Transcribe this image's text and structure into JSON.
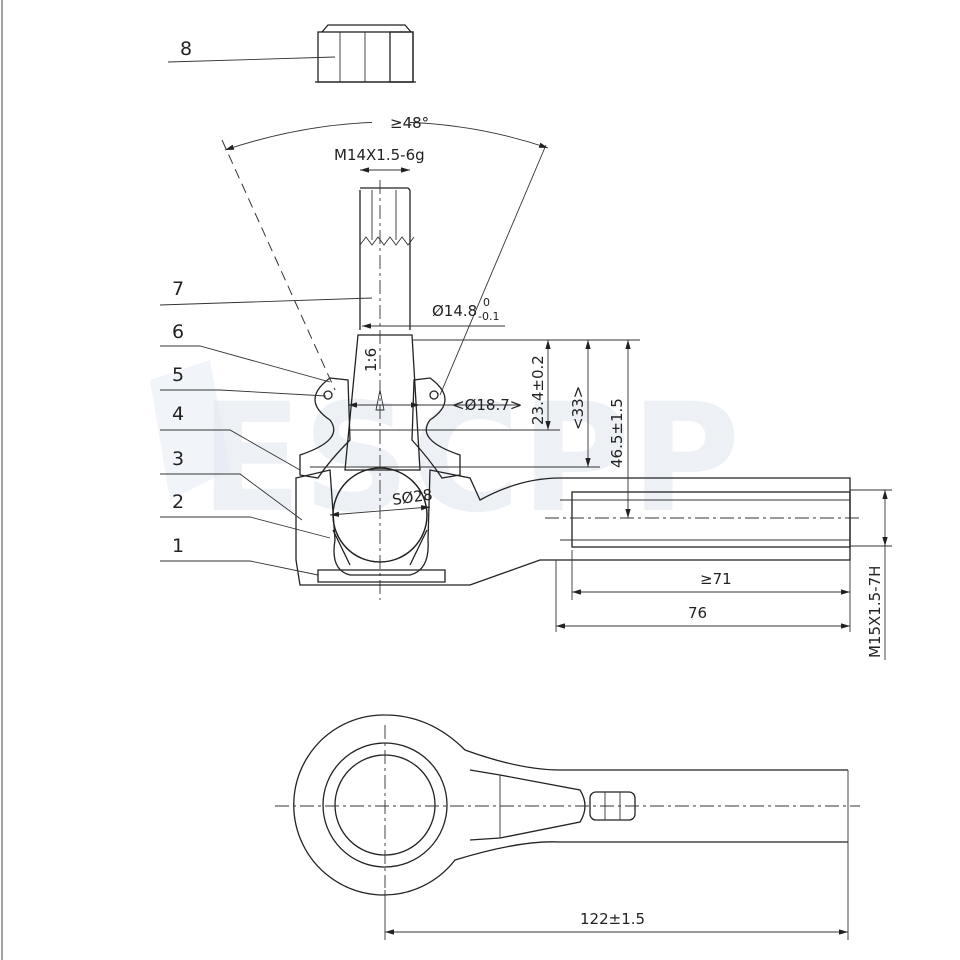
{
  "watermark": "ESCPP",
  "part_labels": [
    "1",
    "2",
    "3",
    "4",
    "5",
    "6",
    "7",
    "8"
  ],
  "dimensions": {
    "angle": "≥48°",
    "stud_thread": "M14X1.5-6g",
    "stud_diameter": "Ø14.8",
    "stud_tol_upper": "0",
    "stud_tol_lower": "-0.1",
    "taper": "1:6",
    "boot_diameter": "<Ø18.7>",
    "ball_diameter": "SØ28",
    "height_1": "23.4±0.2",
    "height_2": "<33>",
    "height_3": "46.5±1.5",
    "thread_depth": "≥71",
    "shank_length": "76",
    "internal_thread": "M15X1.5-7H",
    "overall_length": "122±1.5"
  },
  "colors": {
    "line": "#222222",
    "watermark": "#dfe7f0"
  }
}
